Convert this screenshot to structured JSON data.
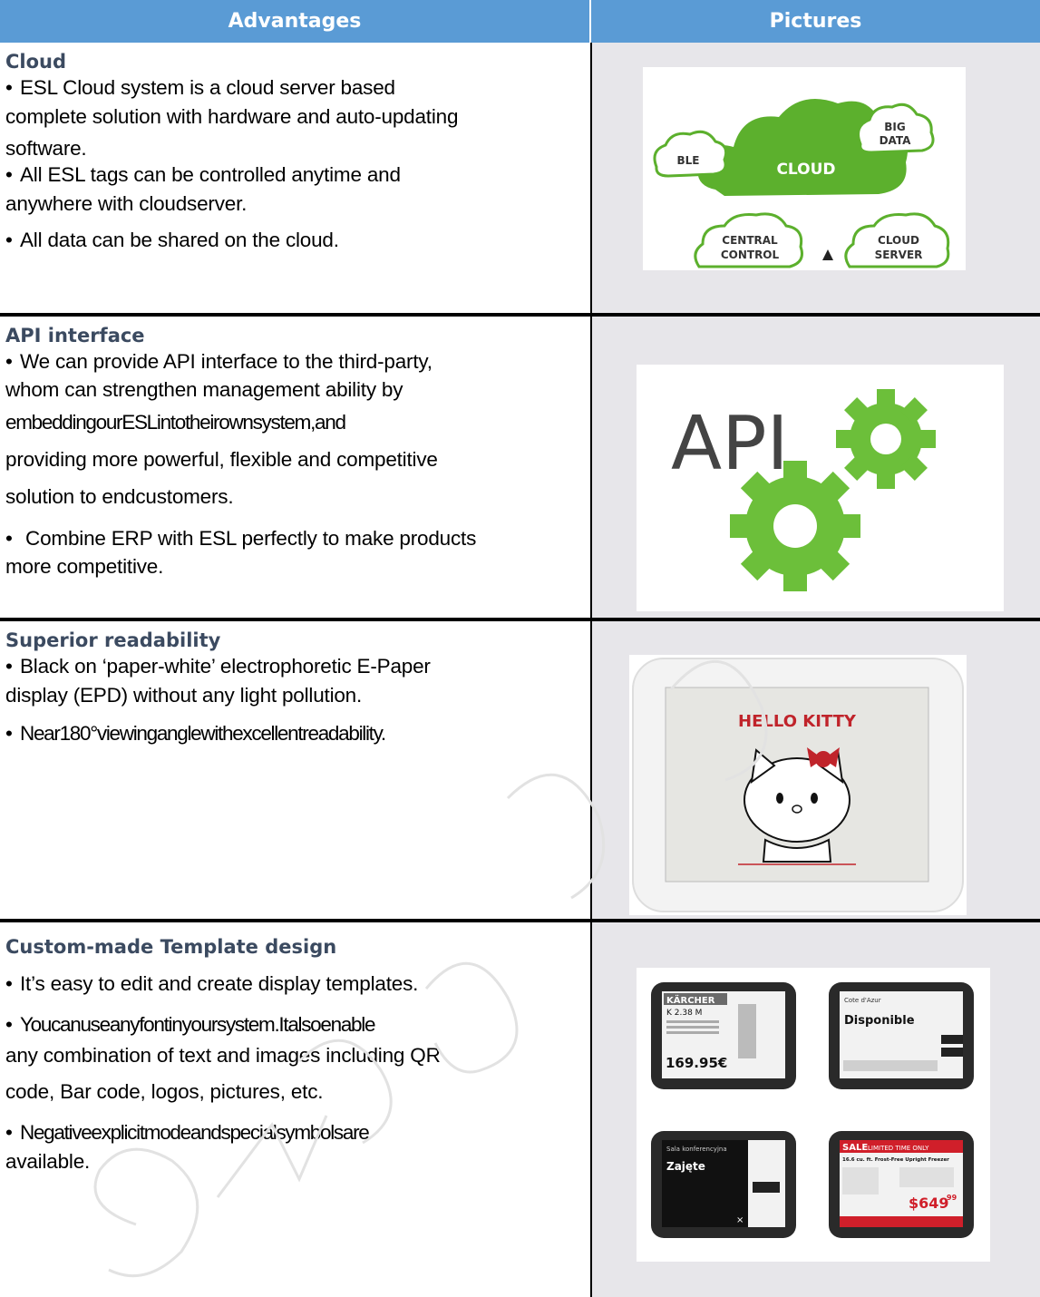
{
  "header": {
    "advantages": "Advantages",
    "pictures": "Pictures"
  },
  "rows": [
    {
      "title": "Cloud",
      "bullets": [
        [
          "ESL Cloud system is a cloud server based",
          "complete solution with hardware and auto-updating",
          "software."
        ],
        [
          "All ESL tags can be controlled anytime and",
          "anywhere with cloudserver."
        ],
        [
          "All data can be shared on the cloud."
        ]
      ],
      "picture": {
        "center": "CLOUD",
        "left": "BLE",
        "top_right_1": "BIG",
        "top_right_2": "DATA",
        "bottom_left_1": "CENTRAL",
        "bottom_left_2": "CONTROL",
        "bottom_right_1": "CLOUD",
        "bottom_right_2": "SERVER"
      }
    },
    {
      "title": "API interface",
      "bullets": [
        [
          "We can provide API interface to the third-party,",
          "whom can strengthen management ability by",
          "embeddingourESLintotheirownsystem,and",
          "providing more powerful, flexible and competitive",
          "solution to endcustomers."
        ],
        [
          " Combine ERP with ESL perfectly to make products",
          "more competitive."
        ]
      ],
      "picture": {
        "text": "API"
      }
    },
    {
      "title": "Superior readability",
      "bullets": [
        [
          "Black on ‘paper-white’ electrophoretic E-Paper",
          "display (EPD) without any light pollution."
        ],
        [
          "Near180°viewinganglewithexcellentreadability."
        ]
      ],
      "picture": {
        "text": "HELLO KITTY"
      }
    },
    {
      "title": "Custom-made Template design",
      "bullets": [
        [
          "It’s easy to edit and create display templates."
        ],
        [
          "Youcanuseanyfontinyoursystem.Italsoenable",
          "any combination of text and images including QR",
          "code, Bar code, logos, pictures, etc."
        ],
        [
          "Negativeexplicitmodeandspecialsymbolsare",
          "available."
        ]
      ],
      "picture": {
        "tag1_brand": "KÄRCHER",
        "tag1_model": "K 2.38 M",
        "tag1_price": "169.95€",
        "tag2_label": "Cote d'Azur",
        "tag2_status": "Disponible",
        "tag3_label": "Sala konferencyjna",
        "tag3_status": "Zajęte",
        "tag4_sale": "SALE",
        "tag4_limited": "LIMITED TIME ONLY",
        "tag4_product": "16.6 cu. ft. Frost-Free Upright Freezer",
        "tag4_price": "$649",
        "tag4_cents": "99"
      }
    }
  ],
  "bullet_char": "•"
}
